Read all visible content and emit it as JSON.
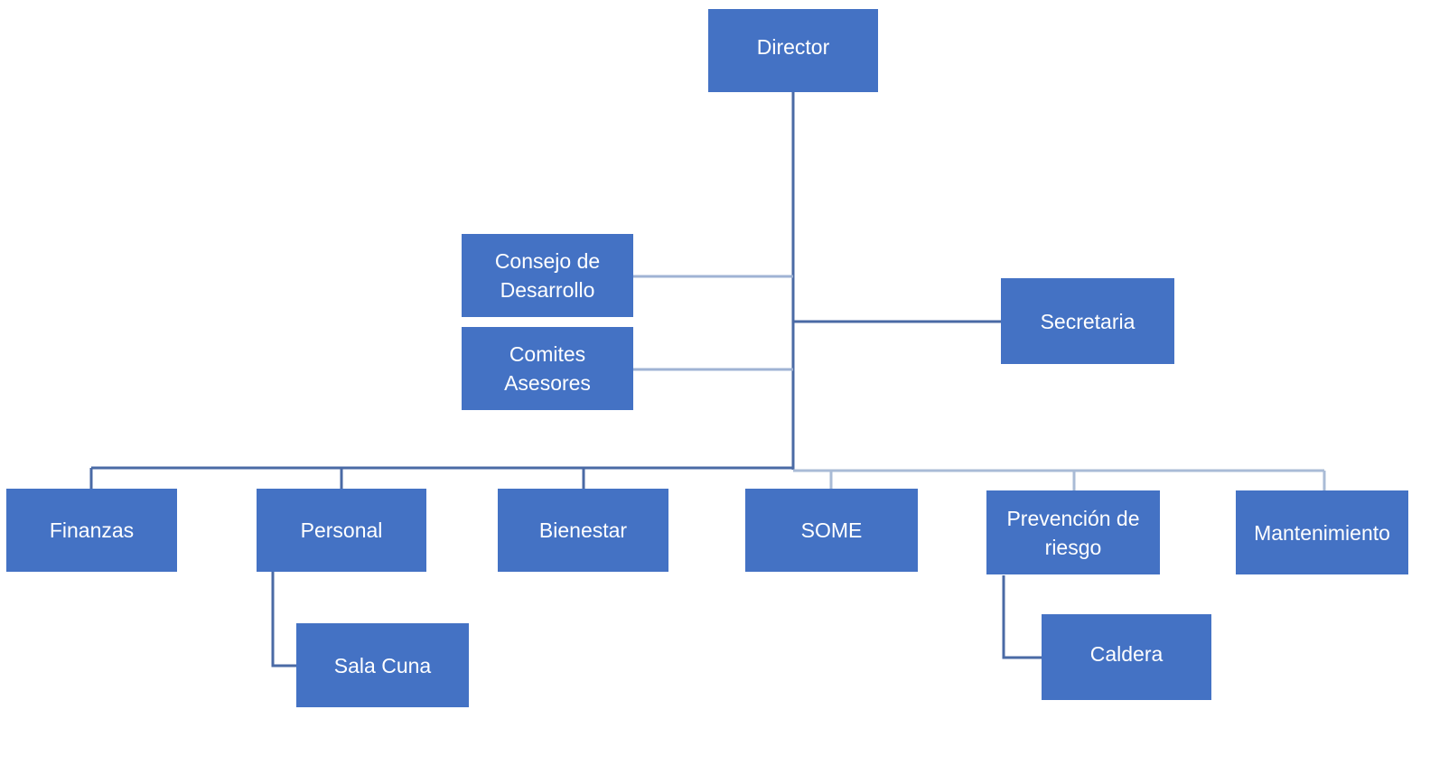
{
  "colors": {
    "box_fill": "#4472c4",
    "box_text": "#ffffff",
    "connector": "#4a6aa5",
    "connector_light": "#a9bbd6",
    "background": "#ffffff"
  },
  "org_chart": {
    "director": "Director",
    "staff_left": [
      "Consejo de\nDesarrollo",
      "Comites\nAsesores"
    ],
    "staff_right": "Secretaria",
    "departments": [
      "Finanzas",
      "Personal",
      "Bienestar",
      "SOME",
      "Prevención de\nriesgo",
      "Mantenimiento"
    ],
    "sub_units": {
      "personal": "Sala Cuna",
      "prevencion": "Caldera"
    }
  }
}
